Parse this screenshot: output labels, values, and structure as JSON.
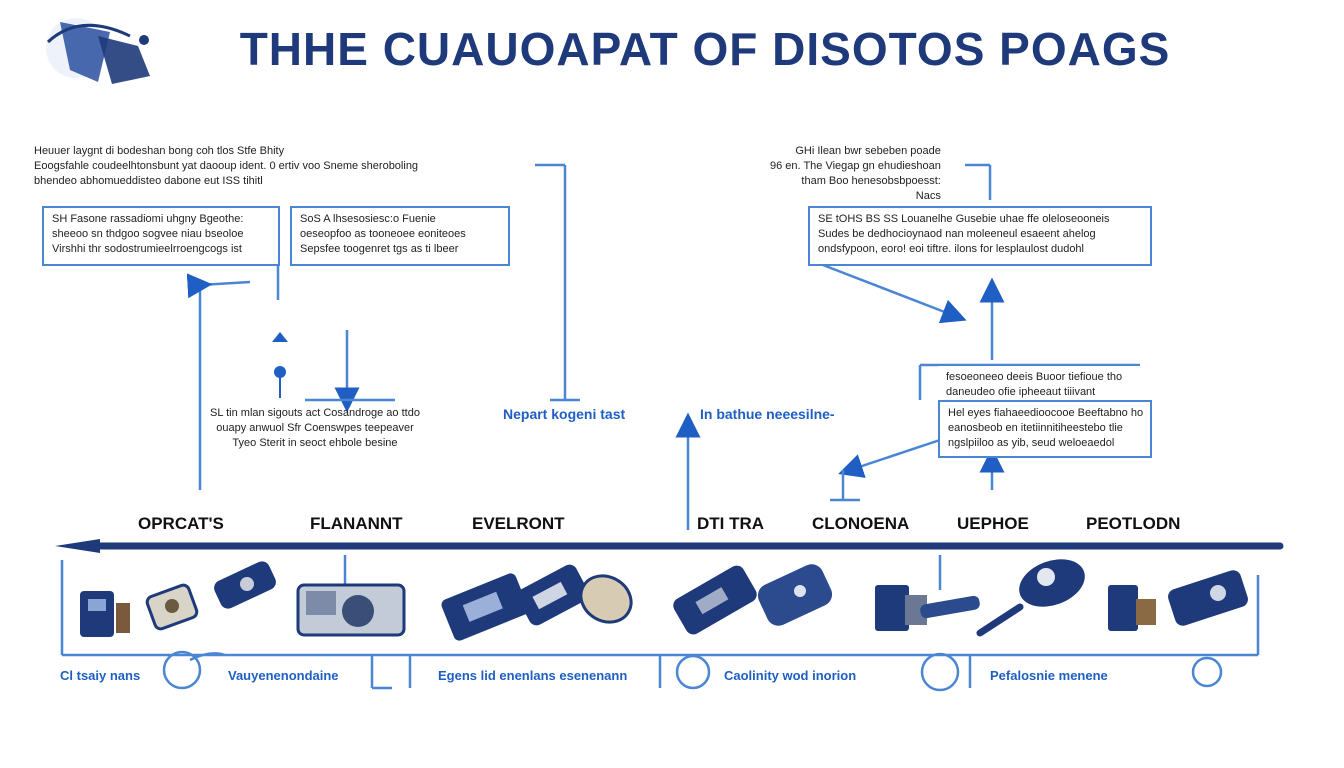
{
  "title": "THHE CUAUOAPAT OF DISOTOS POAGS",
  "colors": {
    "title": "#1e3a7a",
    "accent": "#1f5fc4",
    "line": "#4a86d4",
    "timeline": "#1e3a7a"
  },
  "notes": {
    "top_left": [
      "Heuuer laygnt di bodeshan bong coh tlos Stfe Bhity",
      "Eoogsfahle coudeelhtonsbunt yat daooup ident. 0 ertiv voo Sneme sheroboling",
      "bhendeo abhomueddisteo dabone eut                    ISS tihitl"
    ],
    "top_right": [
      "GHi Ilean bwr sebeben poade",
      "96 en. The Viegap gn ehudieshoan",
      "tham Boo henesobsbpoesst:",
      "Nacs"
    ],
    "mid_left": [
      "SL tin mlan sigouts act Cosandroge ao ttdo",
      "ouapy anwuol Sfr Coenswpes teepeaver",
      "Tyeo Sterit in seoct ehbole besine"
    ]
  },
  "boxes": {
    "box1": [
      "SH Fasone rassadiomi uhgny Bgeothe:",
      "sheeoo sn thdgoo sogvee niau bseoloe",
      "Virshhi thr sodostrumieelrroengcogs ist"
    ],
    "box2": [
      "SoS A lhsesosiesc:o  Fuenie",
      "oeseopfoo as tooneoee eoniteoes",
      "Sepsfee toogenret tgs as ti lbeer"
    ],
    "box3": [
      "SE tOHS BS SS Louanelhe Gusebie uhae ffe oleloseooneis",
      "Sudes be dedhocioynaod nan moleeneul esaeent ahelog",
      "ondsfypoon, eoro! eoi tiftre. ilons for lesplaulost dudohl"
    ],
    "box4": [
      "fesoeoneeo deeis Buoor tiefioue tho",
      "daneudeo ofie ipheeaut tiiivant"
    ],
    "box5": [
      "Hel eyes fiahaeedioocooe Beeftabno ho",
      "eanosbeob en itetiinnitiheestebo tlie",
      "ngslpiiloo as yib, seud weloeaedol"
    ]
  },
  "blue_labels": [
    "Nepart kogeni tast",
    "In bathue neeesilne-"
  ],
  "stages": [
    "OPRCAT'S",
    "FLANANNT",
    "EVELRONT",
    "DTI TRA",
    "CLONOENA",
    "UEPHOE",
    "PEOTLODN"
  ],
  "bottom_labels": [
    "Cl tsaiy nans",
    "Vauyenenondaine",
    "Egens lid enenlans esenenann",
    "Caolinity wod inorion",
    "Pefalosnie menene"
  ],
  "icons": [
    "remote-control-icon",
    "key-fob-icon",
    "car-key-icon",
    "device-module-icon",
    "laptop-reader-icon",
    "key-blade-icon",
    "smart-key-icon",
    "device-case-icon",
    "keyless-remote-icon",
    "lock-module-icon",
    "programmer-icon",
    "ignition-key-icon",
    "transponder-icon",
    "diagnostic-tool-icon"
  ]
}
